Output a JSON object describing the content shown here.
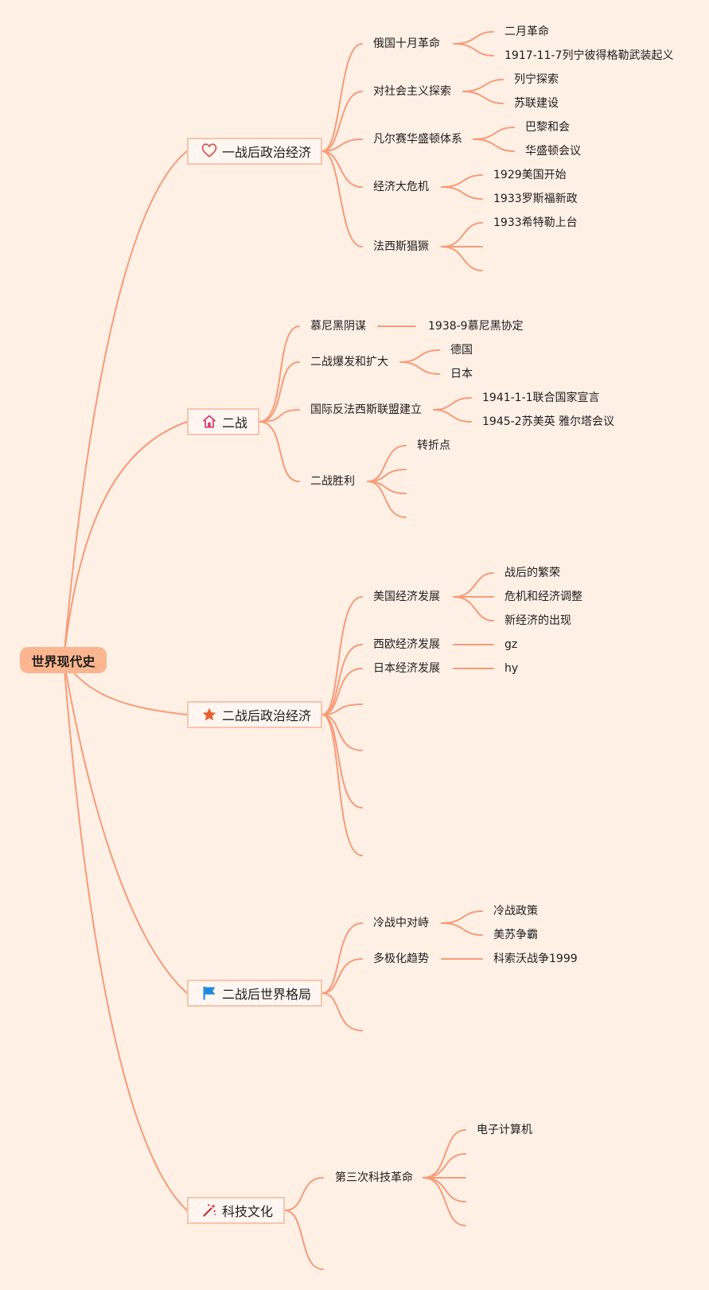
{
  "root": "世界现代史",
  "branches": [
    {
      "label": "一战后政治经济",
      "icon": "heart-icon",
      "children": [
        {
          "label": "俄国十月革命",
          "children": [
            "二月革命",
            "1917-11-7列宁彼得格勒武装起义"
          ]
        },
        {
          "label": "对社会主义探索",
          "children": [
            "列宁探索",
            "苏联建设"
          ]
        },
        {
          "label": "凡尔赛华盛顿体系",
          "children": [
            "巴黎和会",
            "华盛顿会议"
          ]
        },
        {
          "label": "经济大危机",
          "children": [
            "1929美国开始",
            "1933罗斯福新政"
          ]
        },
        {
          "label": "法西斯猖獗",
          "children": [
            "1933希特勒上台"
          ]
        }
      ]
    },
    {
      "label": "二战",
      "icon": "home-icon",
      "children": [
        {
          "label": "慕尼黑阴谋",
          "children": [
            "1938-9慕尼黑协定"
          ]
        },
        {
          "label": "二战爆发和扩大",
          "children": [
            "德国",
            "日本"
          ]
        },
        {
          "label": "国际反法西斯联盟建立",
          "children": [
            "1941-1-1联合国家宣言",
            "1945-2苏美英 雅尔塔会议"
          ]
        },
        {
          "label": "二战胜利",
          "children": [
            "转折点"
          ]
        }
      ]
    },
    {
      "label": "二战后政治经济",
      "icon": "star-icon",
      "children": [
        {
          "label": "美国经济发展",
          "children": [
            "战后的繁荣",
            "危机和经济调整",
            "新经济的出现"
          ]
        },
        {
          "label": "西欧经济发展",
          "children": [
            "gz"
          ]
        },
        {
          "label": "日本经济发展",
          "children": [
            "hy"
          ]
        }
      ]
    },
    {
      "label": "二战后世界格局",
      "icon": "flag-icon",
      "children": [
        {
          "label": "冷战中对峙",
          "children": [
            "冷战政策",
            "美苏争霸"
          ]
        },
        {
          "label": "多极化趋势",
          "children": [
            "科索沃战争1999"
          ]
        }
      ]
    },
    {
      "label": "科技文化",
      "icon": "magic-wand-icon",
      "children": [
        {
          "label": "第三次科技革命",
          "children": [
            "电子计算机"
          ]
        }
      ]
    }
  ],
  "colors": {
    "background": "#fff0e6",
    "connector": "#f89b77",
    "root_fill": "#fcb68f",
    "branch_border": "#f7c5aa",
    "icon_heart": "#d9534f",
    "icon_home": "#d6336c",
    "icon_star": "#e8602c",
    "icon_flag": "#1e88e5",
    "icon_wand": "#c62828"
  }
}
